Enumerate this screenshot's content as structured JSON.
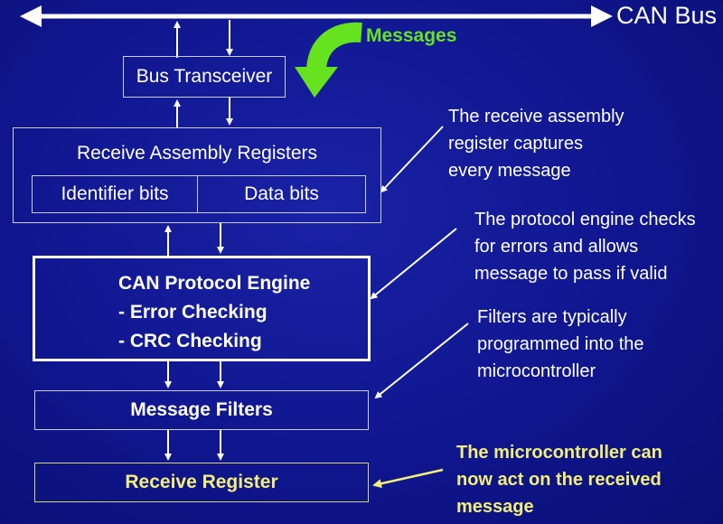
{
  "bus": {
    "label": "CAN Bus"
  },
  "messages": {
    "label": "Messages"
  },
  "blocks": {
    "transceiver": "Bus Transceiver",
    "rar": {
      "title": "Receive Assembly Registers",
      "left_field": "Identifier bits",
      "right_field": "Data bits"
    },
    "engine": {
      "title": "CAN Protocol Engine",
      "line1": "- Error Checking",
      "line2": "- CRC Checking"
    },
    "filters": "Message Filters",
    "receive": "Receive Register"
  },
  "notes": {
    "rar": [
      "The receive assembly",
      "register captures",
      "every message"
    ],
    "engine": [
      "The protocol engine checks",
      "for errors and allows",
      "message to pass if valid"
    ],
    "filters": [
      "Filters are typically",
      "programmed into the",
      "microcontroller"
    ],
    "receive": [
      "The microcontroller can",
      "now act on the received",
      "message"
    ]
  },
  "colors": {
    "background": "#10168f",
    "text": "#ffffff",
    "highlight": "#f2ee7a",
    "arrow_green": "#66e21e"
  }
}
